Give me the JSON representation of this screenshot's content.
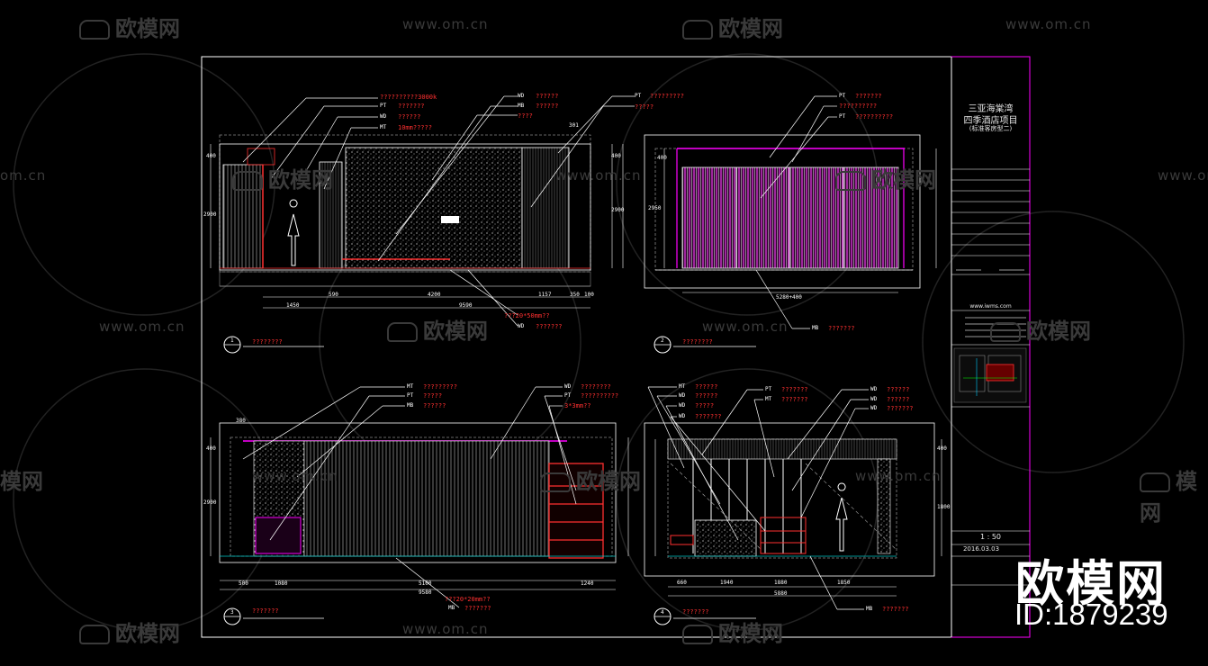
{
  "watermarks": {
    "site": "www.om.cn",
    "site_cropped": "om.cn",
    "logo": "欧模网",
    "logo_cropped": "模网"
  },
  "brand": {
    "big_logo": "欧模网",
    "id_text": "ID:1879239"
  },
  "title_block": {
    "project_line1": "三亚海棠湾",
    "project_line2": "四季酒店项目",
    "project_line3": "(标准客房型二)",
    "website": "www.iwms.com",
    "scale": "1 : 50",
    "date": "2016.03.03"
  },
  "views": [
    {
      "number": "1",
      "title": "????????"
    },
    {
      "number": "2",
      "title": "????????"
    },
    {
      "number": "3",
      "title": "???????"
    },
    {
      "number": "4",
      "title": "???????"
    }
  ],
  "annotations": {
    "view1": [
      {
        "text": "??????????3000k"
      },
      {
        "tag": "PT",
        "text": "???????"
      },
      {
        "tag": "WD",
        "text": "??????"
      },
      {
        "tag": "MT",
        "text": "10mm?????"
      },
      {
        "tag": "WD",
        "text": "??????"
      },
      {
        "tag": "MB",
        "text": "??????"
      },
      {
        "text": "????"
      },
      {
        "tag": "PT",
        "text": "?????????"
      },
      {
        "text": "?????"
      },
      {
        "text": "???20*50mm??"
      },
      {
        "tag": "WD",
        "text": "???????"
      }
    ],
    "view2": [
      {
        "tag": "PT",
        "text": "???????"
      },
      {
        "text": "??????????"
      },
      {
        "tag": "PT",
        "text": "??????????"
      },
      {
        "tag": "MB",
        "text": "???????"
      }
    ],
    "view3": [
      {
        "tag": "MT",
        "text": "?????????"
      },
      {
        "tag": "PT",
        "text": "?????"
      },
      {
        "tag": "MB",
        "text": "??????"
      },
      {
        "tag": "WD",
        "text": "????????"
      },
      {
        "tag": "PT",
        "text": "??????????"
      },
      {
        "text": "3*3mm??"
      },
      {
        "text": "???20*20mm??"
      },
      {
        "tag": "MB",
        "text": "???????"
      }
    ],
    "view4": [
      {
        "tag": "MT",
        "text": "??????"
      },
      {
        "tag": "WD",
        "text": "??????"
      },
      {
        "tag": "WD",
        "text": "?????"
      },
      {
        "tag": "WD",
        "text": "???????"
      },
      {
        "tag": "PT",
        "text": "???????"
      },
      {
        "tag": "MT",
        "text": "???????"
      },
      {
        "tag": "WD",
        "text": "??????"
      },
      {
        "tag": "WD",
        "text": "??????"
      },
      {
        "tag": "WD",
        "text": "???????"
      },
      {
        "tag": "MB",
        "text": "???????"
      }
    ]
  },
  "dimensions": {
    "view1": [
      "1450",
      "590",
      "4200",
      "1157",
      "350",
      "100",
      "9590",
      "301",
      "400",
      "2900",
      "400",
      "2900"
    ],
    "view2": [
      "5280+400",
      "400",
      "2950"
    ],
    "view3": [
      "500",
      "1080",
      "5100",
      "1240",
      "9580",
      "380",
      "400",
      "2900"
    ],
    "view4": [
      "660",
      "1940",
      "1880",
      "1850",
      "5880",
      "400",
      "1800"
    ]
  },
  "colors": {
    "background": "#000000",
    "line": "#ffffff",
    "annotation": "#ff3030",
    "accent": "#ff00ff",
    "watermark": "#3a3a3a"
  }
}
